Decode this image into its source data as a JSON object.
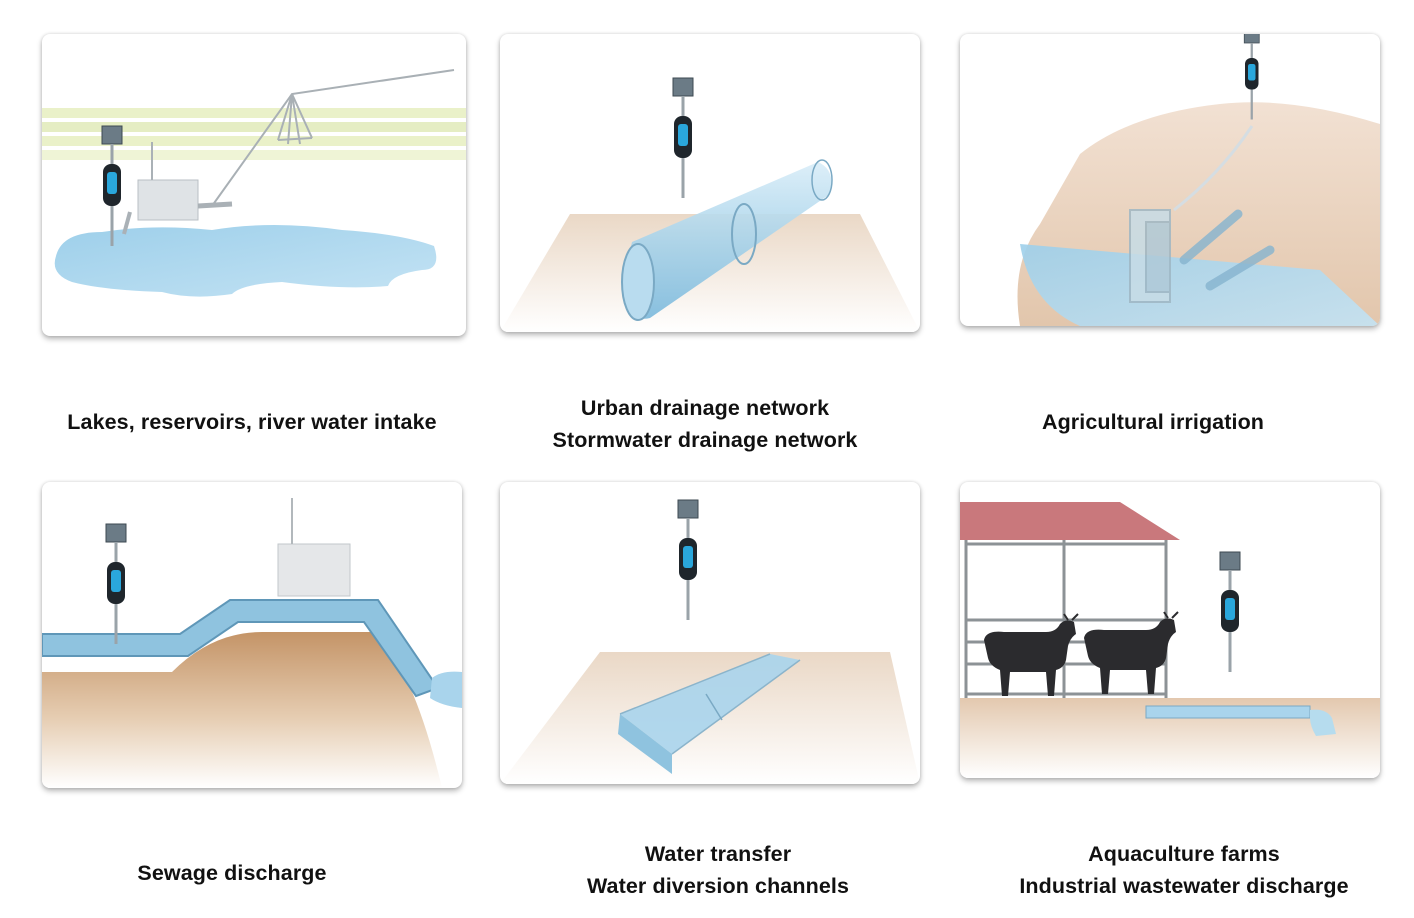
{
  "colors": {
    "water": "#a9d4ec",
    "water_dark": "#6fb3d8",
    "soil": "#c89b6e",
    "sensor_blue": "#2aa7dc",
    "roof": "#c77b7f",
    "field": "#e6efbf"
  },
  "panels": [
    {
      "caption": [
        "Lakes, reservoirs, river water intake"
      ]
    },
    {
      "caption": [
        "Urban drainage network",
        "Stormwater drainage network"
      ]
    },
    {
      "caption": [
        "Agricultural irrigation"
      ]
    },
    {
      "caption": [
        "Sewage discharge"
      ]
    },
    {
      "caption": [
        "Water transfer",
        "Water diversion channels"
      ]
    },
    {
      "caption": [
        "Aquaculture farms",
        "Industrial wastewater discharge"
      ]
    }
  ],
  "icons": [
    "radar-level-sensor-icon",
    "solar-panel-icon",
    "cow-icon"
  ]
}
